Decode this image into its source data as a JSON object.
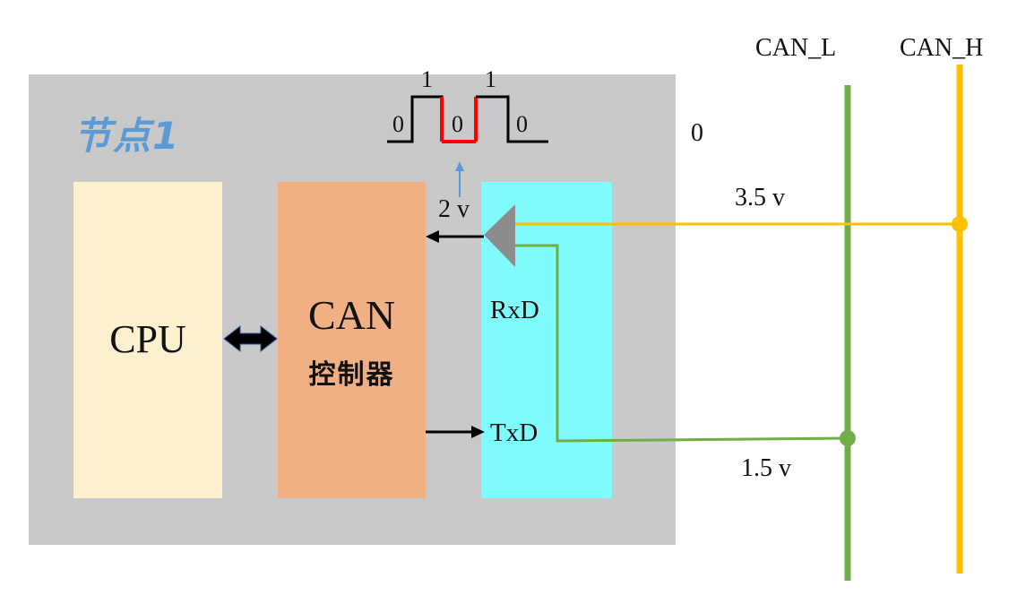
{
  "node": {
    "title": "节点1"
  },
  "blocks": {
    "cpu": "CPU",
    "can_controller": {
      "title": "CAN",
      "subtitle": "控制器"
    },
    "transceiver": {
      "rxd": "RxD",
      "txd": "TxD"
    }
  },
  "bus": {
    "can_l": "CAN_L",
    "can_h": "CAN_H"
  },
  "voltages": {
    "high": "3.5 v",
    "low": "1.5 v",
    "diff": "2 v",
    "bus_state": "0"
  },
  "waveform": {
    "bits": [
      "0",
      "1",
      "0",
      "1",
      "0"
    ]
  },
  "colors": {
    "node_bg": "#c9c9c9",
    "cpu_bg": "#fdf0cf",
    "can_bg": "#f0b084",
    "transceiver_bg": "#80fbfd",
    "can_l_line": "#70ad47",
    "can_h_line": "#ffc000",
    "highlight_bit": "#ff0000",
    "title_blue": "#5b9bd5"
  }
}
